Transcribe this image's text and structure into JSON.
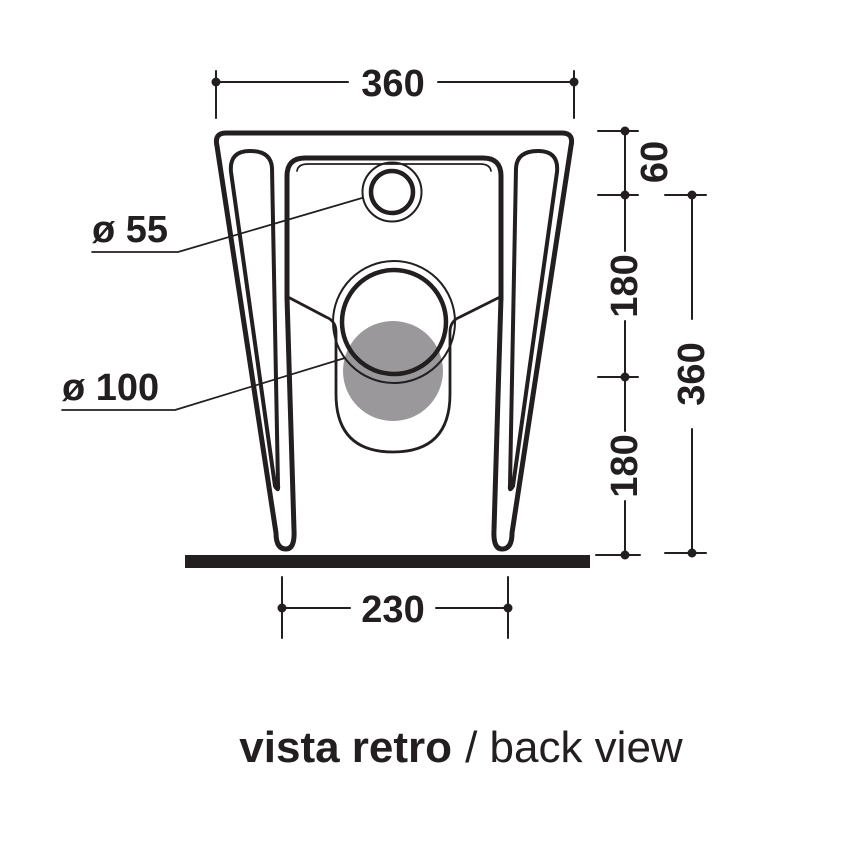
{
  "colors": {
    "ink": "#231f20",
    "drain_gray": "#9a989b",
    "background": "#ffffff"
  },
  "drawing": {
    "dimensions": {
      "top_width": "360",
      "rim_to_inlet": "60",
      "inlet_to_drain": "180",
      "drain_to_floor": "180",
      "side_total": "360",
      "feet_distance": "230",
      "inlet_diameter": "ø 55",
      "drain_diameter": "ø 100"
    },
    "caption": {
      "bold": "vista retro",
      "light": "/ back view"
    }
  }
}
